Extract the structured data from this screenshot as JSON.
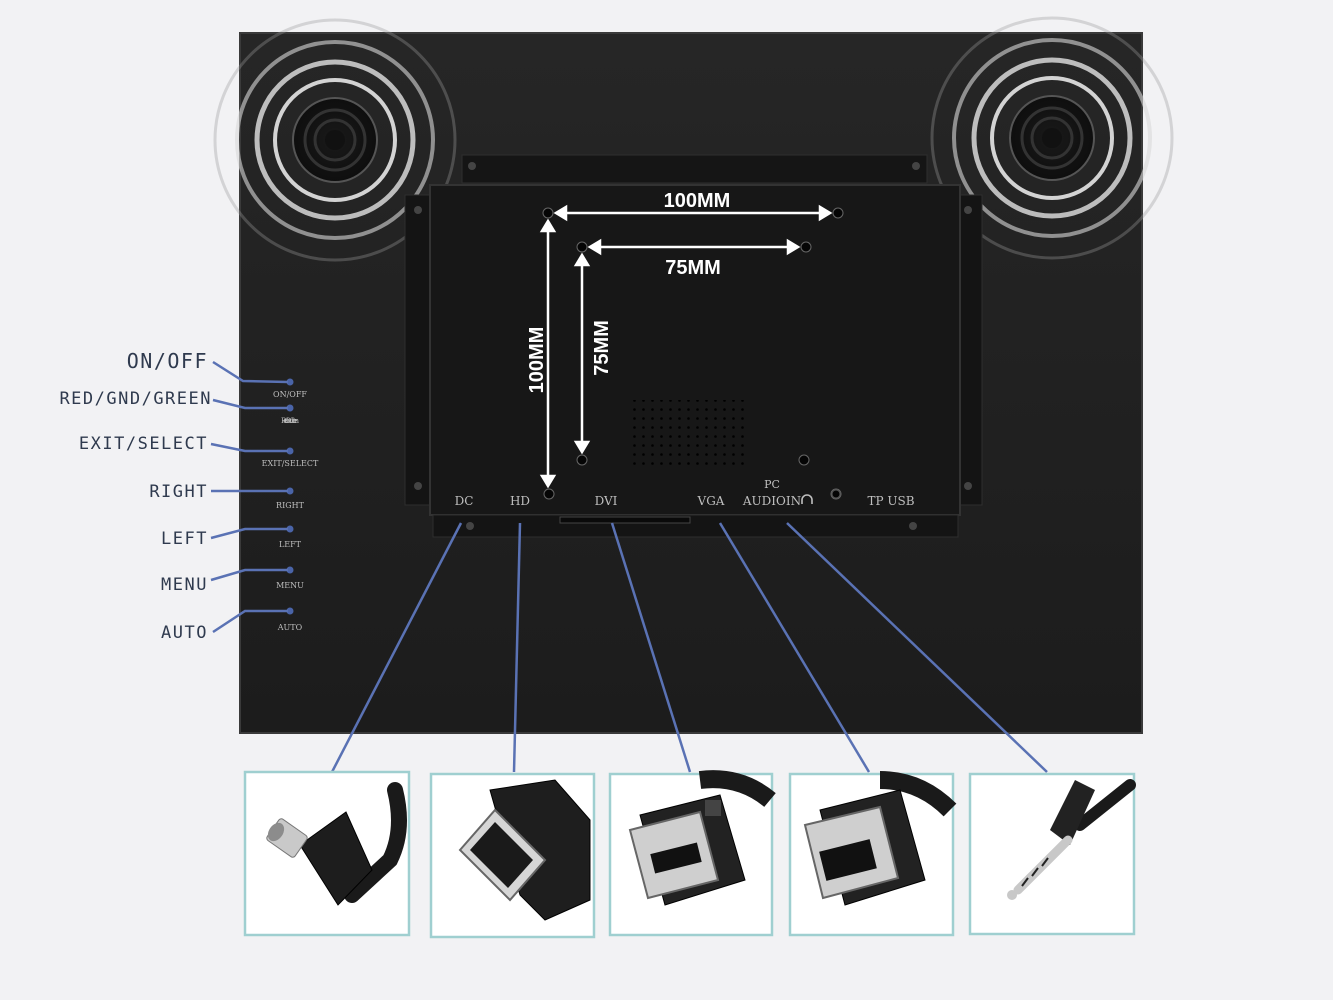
{
  "dimensions": {
    "outer_width": "100MM",
    "inner_width": "75MM",
    "outer_height": "100MM",
    "inner_height": "75MM"
  },
  "side_buttons": [
    {
      "callout": "ON/OFF",
      "label": "ON/OFF"
    },
    {
      "callout": "RED/GND/GREEN",
      "label": "Red Gnd Green"
    },
    {
      "callout": "EXIT/SELECT",
      "label": "EXIT/SELECT"
    },
    {
      "callout": "RIGHT",
      "label": "RIGHT"
    },
    {
      "callout": "LEFT",
      "label": "LEFT"
    },
    {
      "callout": "MENU",
      "label": "MENU"
    },
    {
      "callout": "AUTO",
      "label": "AUTO"
    }
  ],
  "ports": {
    "dc": "DC",
    "hd": "HD",
    "dvi": "DVI",
    "vga": "VGA",
    "pc": "PC",
    "audio_in": "AUDIOIN",
    "tp_usb": "TP USB"
  },
  "connectors": [
    {
      "name": "dc-power-plug",
      "port": "DC"
    },
    {
      "name": "hdmi-plug",
      "port": "HD"
    },
    {
      "name": "dvi-plug",
      "port": "DVI"
    },
    {
      "name": "vga-plug",
      "port": "VGA"
    },
    {
      "name": "audio-jack-plug",
      "port": "AUDIOIN"
    }
  ],
  "colors": {
    "background": "#f2f2f4",
    "monitor_body": "#202020",
    "callout_line": "#5a72b4",
    "box_border": "#9fcfd0",
    "label_text": "#2f3a4e"
  }
}
